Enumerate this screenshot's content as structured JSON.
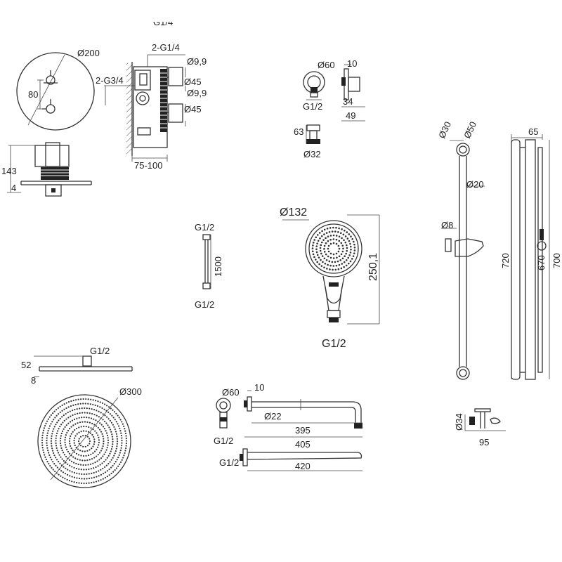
{
  "labels": {
    "top_cut": "G1/4",
    "mixer_d200": "Ø200",
    "mixer_80": "80",
    "mixer_143": "143",
    "mixer_4": "4",
    "valve_2g14": "2-G1/4",
    "valve_2g34": "2-G3/4",
    "valve_d99a": "Ø9,9",
    "valve_d45a": "Ø45",
    "valve_d99b": "Ø9,9",
    "valve_d45b": "Ø45",
    "valve_75100": "75-100",
    "outlet_d60": "Ø60",
    "outlet_10": "10",
    "outlet_g12": "G1/2",
    "outlet_34": "34",
    "outlet_49": "49",
    "outlet_63": "63",
    "outlet_d32": "Ø32",
    "hose_g12_top": "G1/2",
    "hose_1500": "1500",
    "hose_g12_bot": "G1/2",
    "hand_d132": "Ø132",
    "hand_2501": "250,1",
    "hand_g12": "G1/2",
    "rail_d30": "Ø30",
    "rail_d50": "Ø50",
    "rail_65": "65",
    "rail_d20": "Ø20",
    "rail_d8": "Ø8",
    "rail_720": "720",
    "rail_670": "670",
    "rail_700": "700",
    "bracket_d34": "Ø34",
    "bracket_95": "95",
    "head_g12": "G1/2",
    "head_52": "52",
    "head_8": "8",
    "head_d300": "Ø300",
    "arm_d60": "Ø60",
    "arm_10": "10",
    "arm_d22": "Ø22",
    "arm_g12": "G1/2",
    "arm_395": "395",
    "arm_405": "405",
    "arm2_g12": "G1/2",
    "arm2_420": "420"
  }
}
